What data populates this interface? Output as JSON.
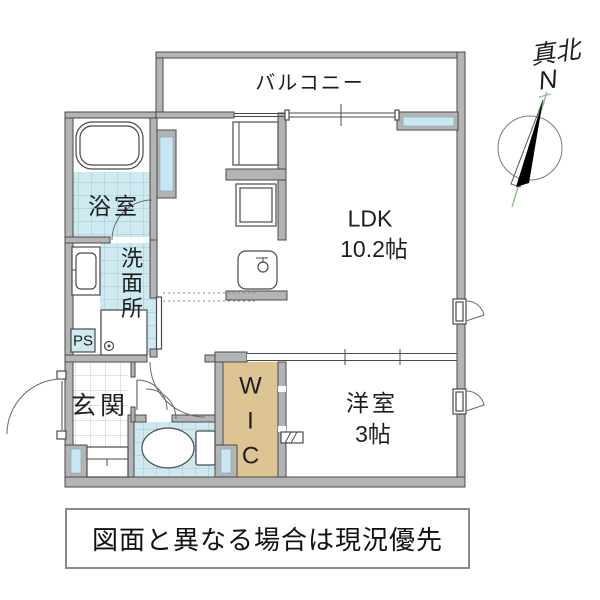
{
  "labels": {
    "balcony": "バルコニー",
    "bathroom": "浴室",
    "washroom": "洗面所",
    "pipe_space": "PS",
    "entrance": "玄関",
    "ldk": "LDK",
    "ldk_size": "10.2帖",
    "walk_in_closet": "WIC",
    "western_room": "洋室",
    "western_room_size": "3帖",
    "compass_title": "真北",
    "compass_n": "N",
    "disclaimer": "図面と異なる場合は現況優先"
  },
  "colors": {
    "wall": "#b4b4b4",
    "wall_outline": "#4a4a4a",
    "tile_floor": "#cfe9f0",
    "closet_floor": "#dcc493",
    "window_glass": "#c9e7f2",
    "compass_green": "#8fbc8f",
    "floor": "#ffffff"
  }
}
